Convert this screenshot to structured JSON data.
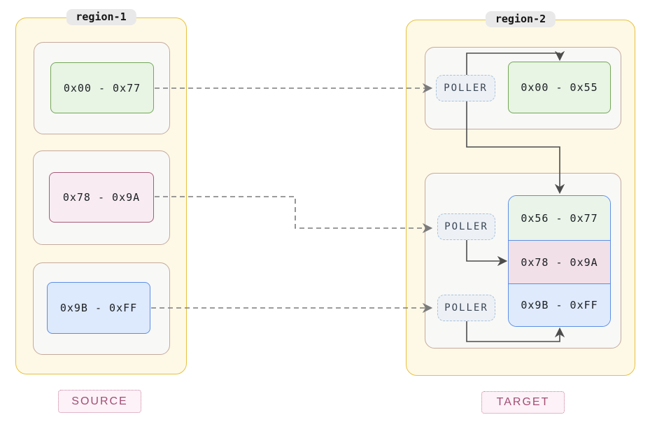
{
  "diagram": {
    "source_region": {
      "label": "region-1",
      "badge": "SOURCE",
      "blocks": [
        {
          "range": "0x00 - 0x77",
          "color": "green"
        },
        {
          "range": "0x78 - 0x9A",
          "color": "pink"
        },
        {
          "range": "0x9B - 0xFF",
          "color": "blue"
        }
      ]
    },
    "target_region": {
      "label": "region-2",
      "badge": "TARGET",
      "pollers": [
        "POLLER",
        "POLLER",
        "POLLER"
      ],
      "top_block": {
        "range": "0x00 - 0x55",
        "color": "green"
      },
      "stacked_blocks": [
        {
          "range": "0x56 - 0x77",
          "color": "green"
        },
        {
          "range": "0x78 - 0x9A",
          "color": "pink"
        },
        {
          "range": "0x9B - 0xFF",
          "color": "blue"
        }
      ]
    },
    "colors": {
      "region_fill": "#fef9e6",
      "region_border": "#e7c13f",
      "subcontainer_fill": "#f8f8f6",
      "subcontainer_border": "#c5aa9d",
      "green_fill": "#e8f4e4",
      "green_border": "#73a857",
      "pink_fill": "#f8ecf2",
      "pink_border": "#a85a78",
      "blue_fill": "#dde9fc",
      "blue_border": "#5c8fe8",
      "poller_fill": "#edf1f6",
      "poller_border": "#a9c3da",
      "badge_fill": "#fcf2f7",
      "badge_border": "#c97f9e",
      "badge_text": "#a34d74",
      "dashed_arrow": "#7b7b7b",
      "solid_arrow": "#4c4c4c",
      "pill_fill": "#e9e9e9"
    }
  }
}
